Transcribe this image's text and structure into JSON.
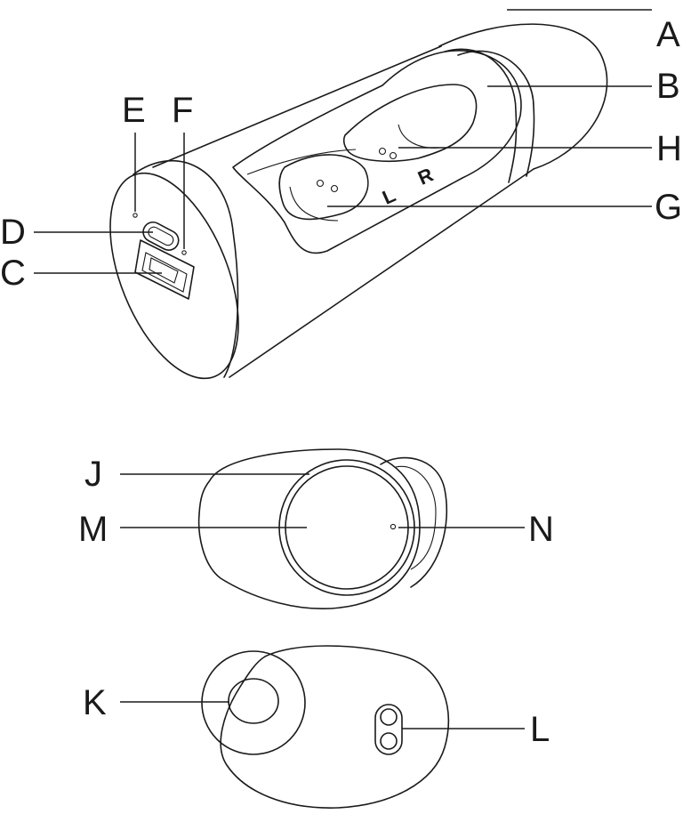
{
  "labels": {
    "A": "A",
    "B": "B",
    "C": "C",
    "D": "D",
    "E": "E",
    "F": "F",
    "G": "G",
    "H": "H",
    "J": "J",
    "K": "K",
    "L": "L",
    "M": "M",
    "N": "N"
  },
  "bud_marks": {
    "left": "L",
    "right": "R"
  },
  "colors": {
    "line": "#1a1a1a",
    "background": "#ffffff"
  }
}
